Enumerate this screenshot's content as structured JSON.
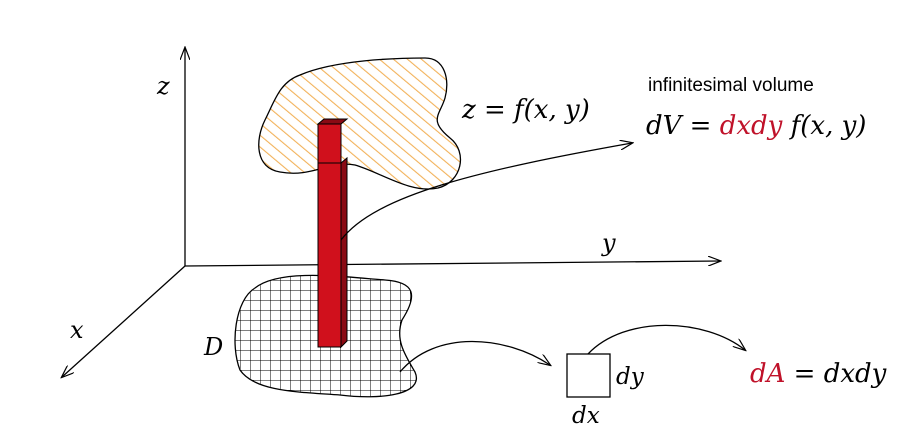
{
  "labels": {
    "z_axis": "z",
    "y_axis": "y",
    "x_axis": "x",
    "surface_eq": "z = f(x, y)",
    "region": "D",
    "title": "infinitesimal volume",
    "dv_lhs": "dV = ",
    "dv_mid": "dxdy",
    "dv_rhs": " f(x, y)",
    "dy": "dy",
    "dx": "dx",
    "da_lhs": "dA",
    "da_rhs": " = dxdy"
  },
  "colors": {
    "ink": "#000000",
    "accent": "#c0122a",
    "column": "#d0101c",
    "column_side": "#8a0a14",
    "hatch": "#f2b25a"
  }
}
